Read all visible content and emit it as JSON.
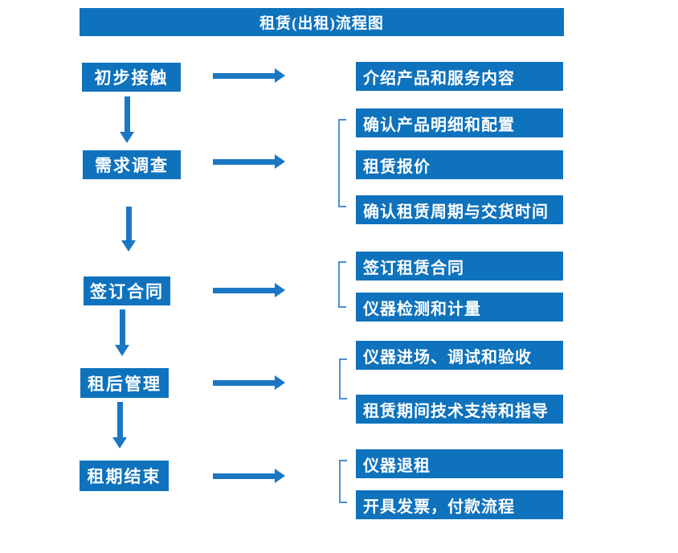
{
  "title": "租赁(出租)流程图",
  "colors": {
    "box_fill": "#0e72bd",
    "arrow": "#1b76c4",
    "bracket": "#4a90d3",
    "text": "#ffffff",
    "background": "#ffffff"
  },
  "steps": [
    {
      "label": "初步接触",
      "details": [
        "介绍产品和服务内容"
      ]
    },
    {
      "label": "需求调查",
      "details": [
        "确认产品明细和配置",
        "租赁报价",
        "确认租赁周期与交货时间"
      ]
    },
    {
      "label": "签订合同",
      "details": [
        "签订租赁合同",
        "仪器检测和计量"
      ]
    },
    {
      "label": "租后管理",
      "details": [
        "仪器进场、调试和验收",
        "租赁期间技术支持和指导"
      ]
    },
    {
      "label": "租期结束",
      "details": [
        "仪器退租",
        "开具发票，付款流程"
      ]
    }
  ]
}
